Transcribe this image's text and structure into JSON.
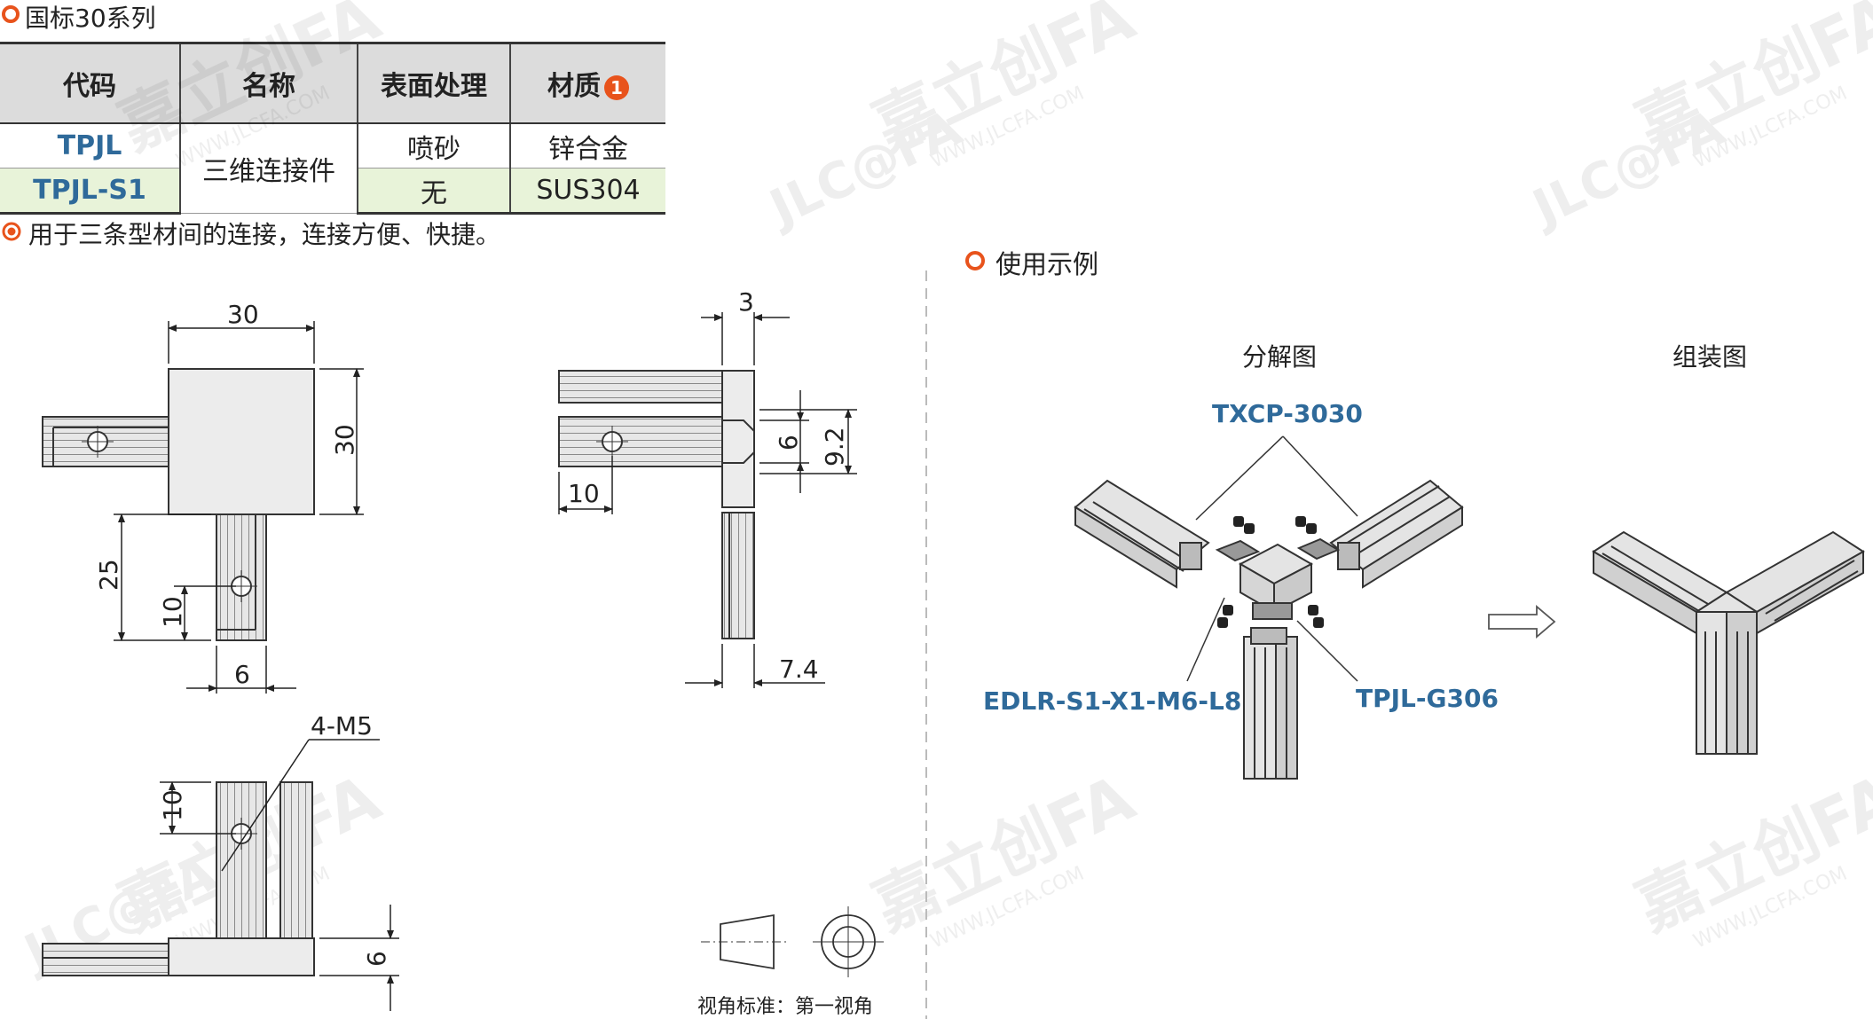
{
  "section_title": "国标30系列",
  "table": {
    "headers": [
      "代码",
      "名称",
      "表面处理",
      "材质"
    ],
    "material_note_marker": "1",
    "rows": [
      {
        "code": "TPJL",
        "name": "三维连接件",
        "surface": "喷砂",
        "material": "锌合金"
      },
      {
        "code": "TPJL-S1",
        "name": "三维连接件",
        "surface": "无",
        "material": "SUS304"
      }
    ]
  },
  "description": "用于三条型材间的连接，连接方便、快捷。",
  "usage_title": "使用示例",
  "exploded_title": "分解图",
  "assembled_title": "组装图",
  "callouts": {
    "top": "TXCP-3030",
    "left": "EDLR-S1-X1-M6-L8",
    "right": "TPJL-G306"
  },
  "dimensions": {
    "front_width": "30",
    "front_height": "30",
    "front_leg_length": "25",
    "front_hole_offset": "10",
    "front_leg_width": "6",
    "side_top_thickness": "3",
    "side_hole_depth": "6",
    "side_total_height": "9.2",
    "side_hole_offset": "10",
    "side_bottom_thickness": "7.4",
    "bottom_thread": "4-M5",
    "bottom_hole_offset": "10",
    "bottom_leg_width": "6"
  },
  "view_standard": "视角标准：第一视角",
  "watermark_brand": "嘉立创FA",
  "watermark_logo": "JLC@FA",
  "watermark_url": "WWW.JLCFA.COM",
  "colors": {
    "accent_orange": "#e8531c",
    "code_blue": "#2f6a9a",
    "header_gray": "#dcdcdc",
    "row_green": "#e8f3d9"
  }
}
